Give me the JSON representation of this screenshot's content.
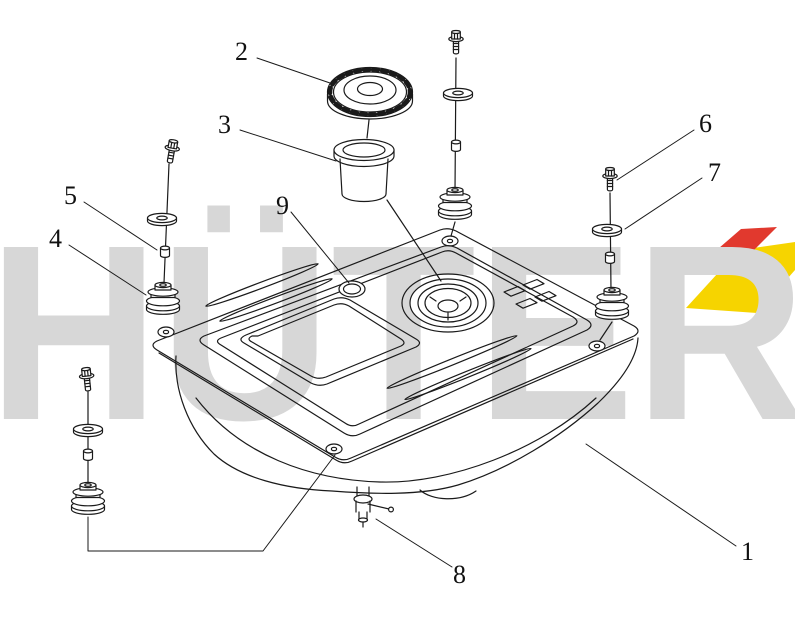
{
  "watermark": {
    "text": "HÜTER",
    "color": "#d7d7d7"
  },
  "logo": {
    "yellow_color": "#f6d400",
    "red_color": "#e1392e"
  },
  "diagram": {
    "type": "exploded-parts-diagram",
    "subject": "Fuel tank assembly exploded view",
    "line_color": "#1a1a1a",
    "callouts": [
      {
        "label": "1"
      },
      {
        "label": "2"
      },
      {
        "label": "3"
      },
      {
        "label": "4"
      },
      {
        "label": "5"
      },
      {
        "label": "6"
      },
      {
        "label": "7"
      },
      {
        "label": "8"
      },
      {
        "label": "9"
      }
    ]
  }
}
